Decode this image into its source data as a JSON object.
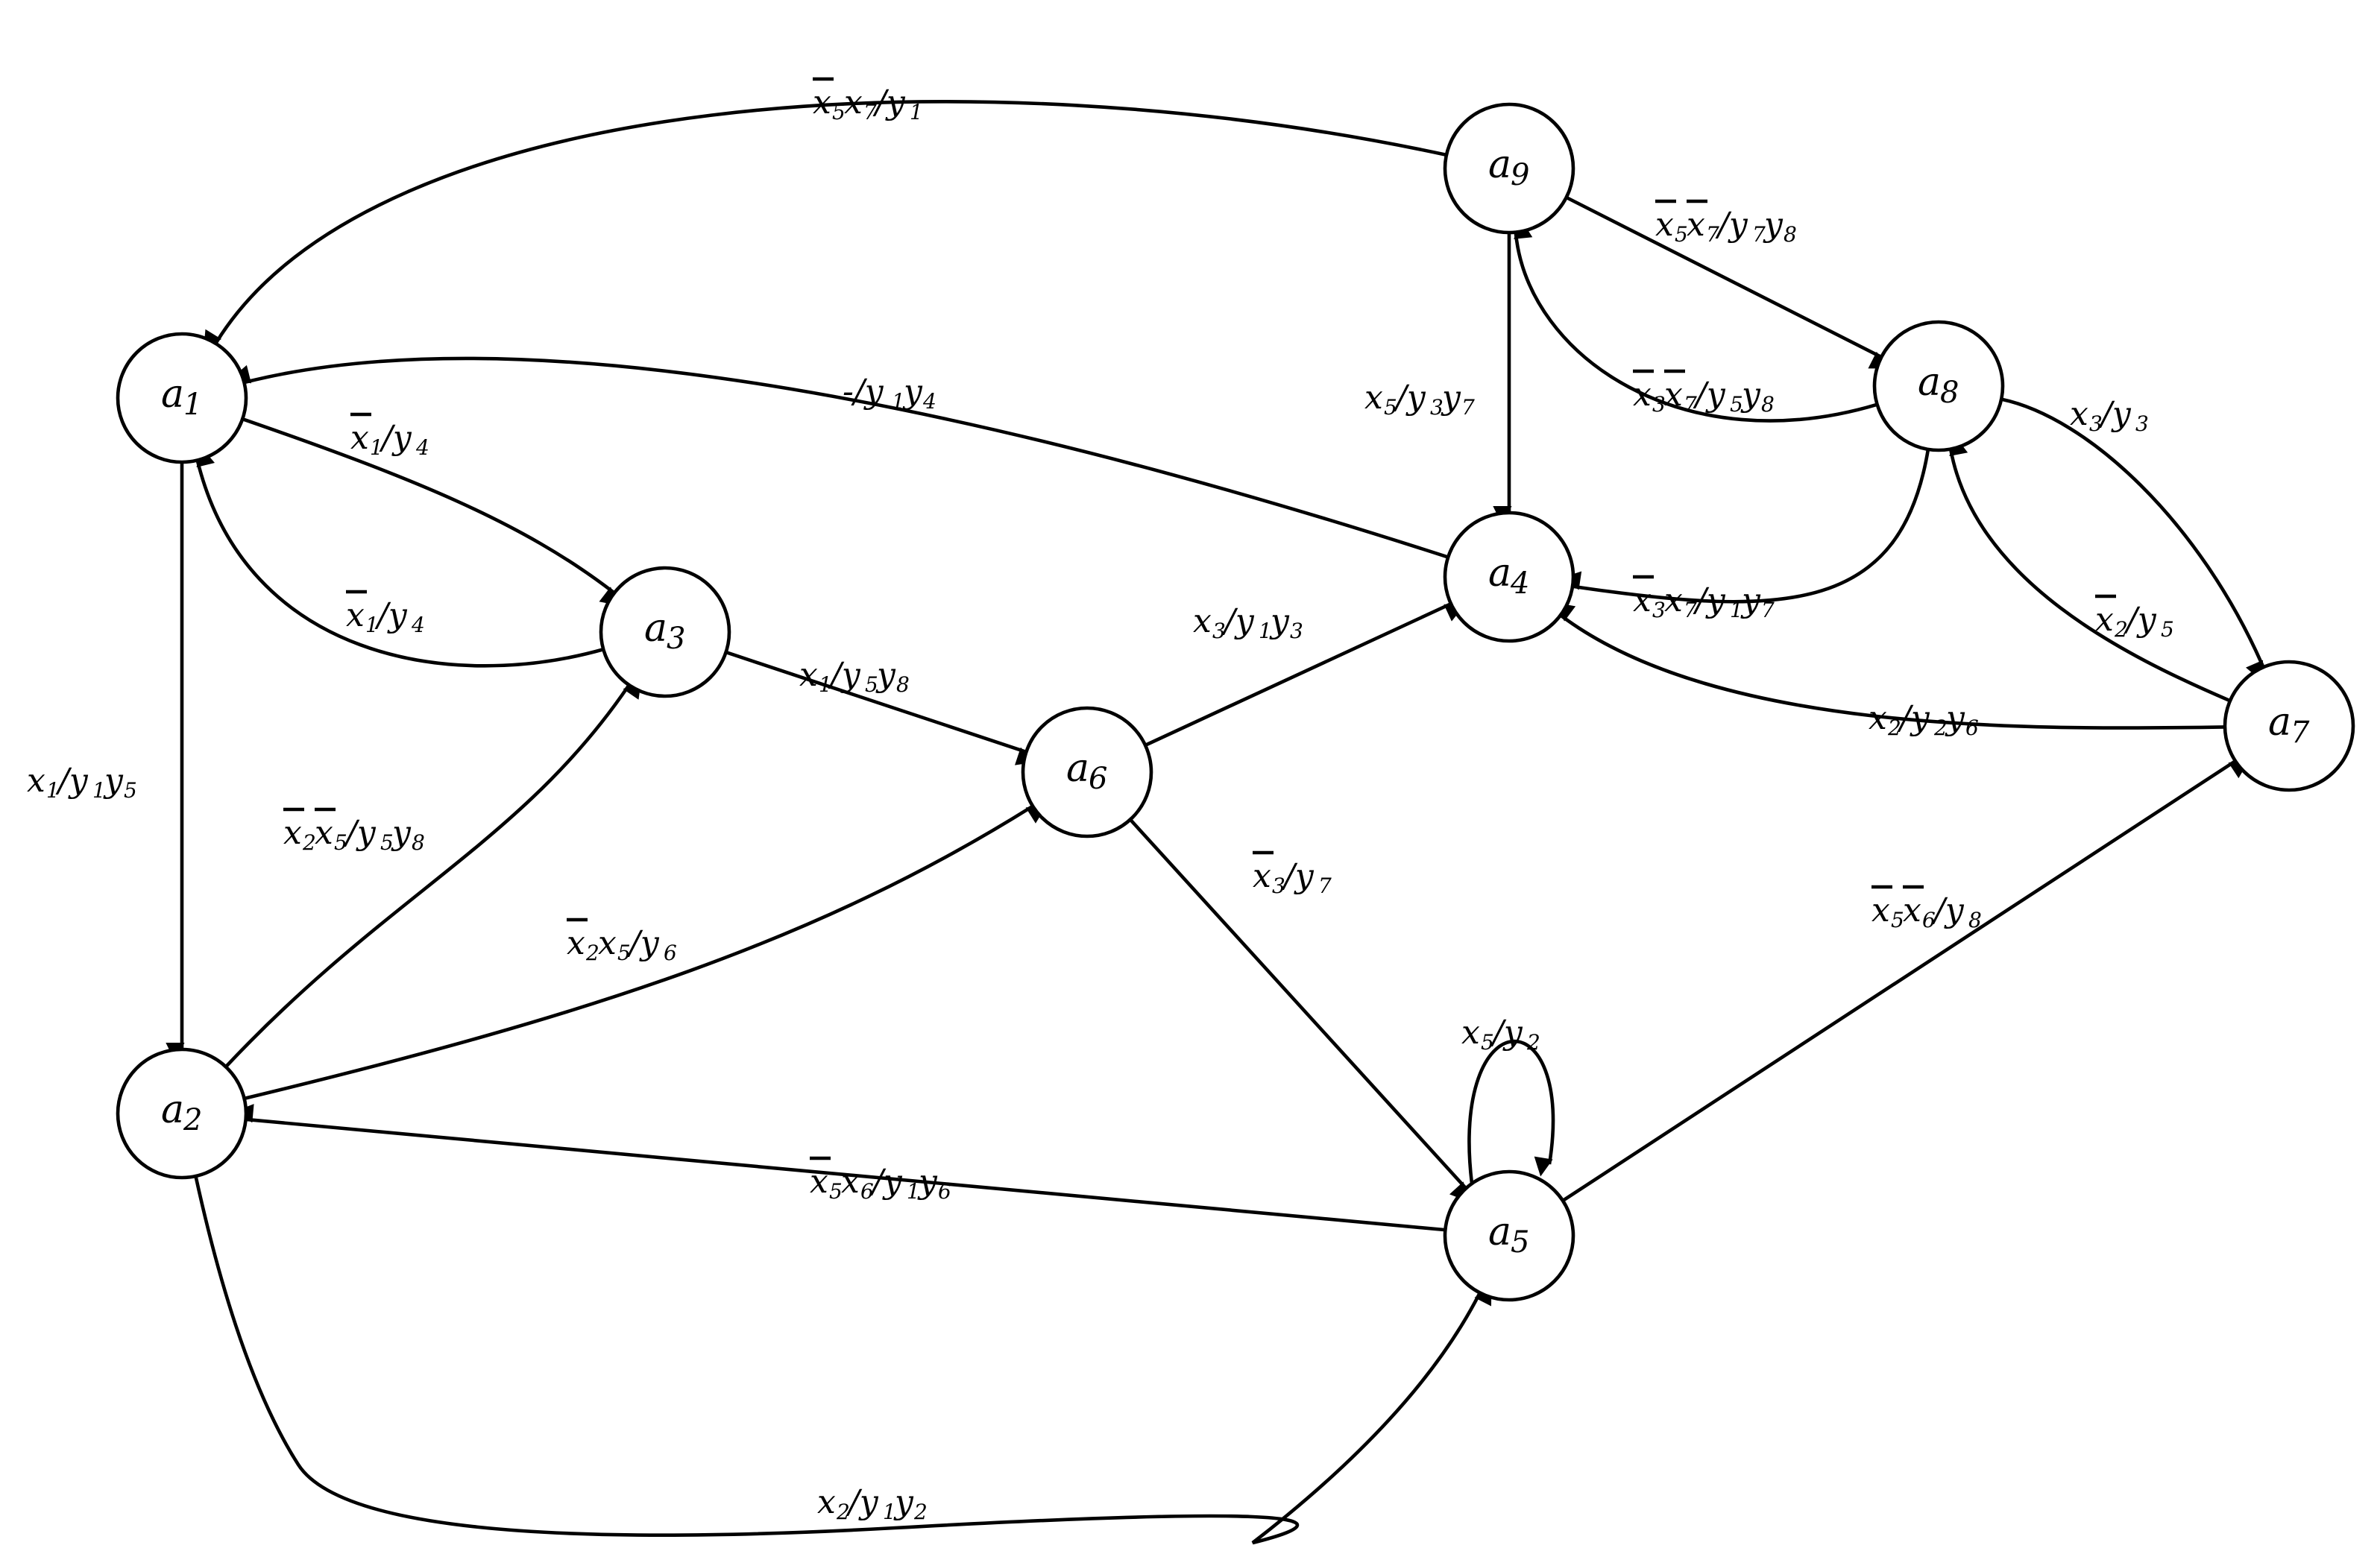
{
  "diagram": {
    "nodes": [
      {
        "id": "a1",
        "letter": "a",
        "index": "1"
      },
      {
        "id": "a2",
        "letter": "a",
        "index": "2"
      },
      {
        "id": "a3",
        "letter": "a",
        "index": "3"
      },
      {
        "id": "a4",
        "letter": "a",
        "index": "4"
      },
      {
        "id": "a5",
        "letter": "a",
        "index": "5"
      },
      {
        "id": "a6",
        "letter": "a",
        "index": "6"
      },
      {
        "id": "a7",
        "letter": "a",
        "index": "7"
      },
      {
        "id": "a8",
        "letter": "a",
        "index": "8"
      },
      {
        "id": "a9",
        "letter": "a",
        "index": "9"
      }
    ],
    "edges": [
      {
        "id": "e9-1",
        "from": "a9",
        "to": "a1",
        "label": [
          {
            "t": "x",
            "s": "5",
            "bar": true
          },
          {
            "t": "x",
            "s": "7"
          },
          {
            "t": "/y",
            "s": "1"
          }
        ]
      },
      {
        "id": "e4-1",
        "from": "a4",
        "to": "a1",
        "label": [
          {
            "t": "-/y",
            "s": "1"
          },
          {
            "t": "y",
            "s": "4"
          }
        ]
      },
      {
        "id": "e1-3",
        "from": "a1",
        "to": "a3",
        "label": [
          {
            "t": "x",
            "s": "1",
            "bar": true
          },
          {
            "t": "/y",
            "s": "4"
          }
        ]
      },
      {
        "id": "e3-1",
        "from": "a3",
        "to": "a1",
        "label": [
          {
            "t": "x",
            "s": "1",
            "bar": true
          },
          {
            "t": "/y",
            "s": "4"
          }
        ]
      },
      {
        "id": "e1-2",
        "from": "a1",
        "to": "a2",
        "label": [
          {
            "t": "x",
            "s": "1"
          },
          {
            "t": "/y",
            "s": "1"
          },
          {
            "t": "y",
            "s": "5"
          }
        ]
      },
      {
        "id": "e2-3",
        "from": "a2",
        "to": "a3",
        "label": [
          {
            "t": "x",
            "s": "2",
            "bar": true
          },
          {
            "t": "x",
            "s": "5",
            "bar": true
          },
          {
            "t": "/y",
            "s": "5"
          },
          {
            "t": "y",
            "s": "8"
          }
        ]
      },
      {
        "id": "e2-6",
        "from": "a2",
        "to": "a6",
        "label": [
          {
            "t": "x",
            "s": "2",
            "bar": true
          },
          {
            "t": "x",
            "s": "5"
          },
          {
            "t": "/y",
            "s": "6"
          }
        ]
      },
      {
        "id": "e3-6",
        "from": "a3",
        "to": "a6",
        "label": [
          {
            "t": "x",
            "s": "1"
          },
          {
            "t": "/y",
            "s": "5"
          },
          {
            "t": "y",
            "s": "8"
          }
        ]
      },
      {
        "id": "e6-4",
        "from": "a6",
        "to": "a4",
        "label": [
          {
            "t": "x",
            "s": "3"
          },
          {
            "t": "/y",
            "s": "1"
          },
          {
            "t": "y",
            "s": "3"
          }
        ]
      },
      {
        "id": "e6-5",
        "from": "a6",
        "to": "a5",
        "label": [
          {
            "t": "x",
            "s": "3",
            "bar": true
          },
          {
            "t": "/y",
            "s": "7"
          }
        ]
      },
      {
        "id": "e5-5",
        "from": "a5",
        "to": "a5",
        "label": [
          {
            "t": "x",
            "s": "5"
          },
          {
            "t": "/y",
            "s": "2"
          }
        ]
      },
      {
        "id": "e5-2",
        "from": "a5",
        "to": "a2",
        "label": [
          {
            "t": "x",
            "s": "5",
            "bar": true
          },
          {
            "t": "x",
            "s": "6"
          },
          {
            "t": "/y",
            "s": "1"
          },
          {
            "t": "y",
            "s": "6"
          }
        ]
      },
      {
        "id": "e2-5",
        "from": "a2",
        "to": "a5",
        "label": [
          {
            "t": "x",
            "s": "2"
          },
          {
            "t": "/y",
            "s": "1"
          },
          {
            "t": "y",
            "s": "2"
          }
        ]
      },
      {
        "id": "e5-7",
        "from": "a5",
        "to": "a7",
        "label": [
          {
            "t": "x",
            "s": "5",
            "bar": true
          },
          {
            "t": "x",
            "s": "6",
            "bar": true
          },
          {
            "t": "/y",
            "s": "8"
          }
        ]
      },
      {
        "id": "e9-4",
        "from": "a9",
        "to": "a4",
        "label": [
          {
            "t": "x",
            "s": "5"
          },
          {
            "t": "/y",
            "s": "3"
          },
          {
            "t": "y",
            "s": "7"
          }
        ]
      },
      {
        "id": "e9-8",
        "from": "a9",
        "to": "a8",
        "label": [
          {
            "t": "x",
            "s": "5",
            "bar": true
          },
          {
            "t": "x",
            "s": "7",
            "bar": true
          },
          {
            "t": "/y",
            "s": "7"
          },
          {
            "t": "y",
            "s": "8"
          }
        ]
      },
      {
        "id": "e8-9",
        "from": "a8",
        "to": "a9",
        "label": [
          {
            "t": "x",
            "s": "3",
            "bar": true
          },
          {
            "t": "x",
            "s": "7",
            "bar": true
          },
          {
            "t": "/y",
            "s": "5"
          },
          {
            "t": "y",
            "s": "8"
          }
        ]
      },
      {
        "id": "e8-4",
        "from": "a8",
        "to": "a4",
        "label": [
          {
            "t": "x",
            "s": "3",
            "bar": true
          },
          {
            "t": "x",
            "s": "7"
          },
          {
            "t": "/y",
            "s": "1"
          },
          {
            "t": "y",
            "s": "7"
          }
        ]
      },
      {
        "id": "e8-7",
        "from": "a8",
        "to": "a7",
        "label": [
          {
            "t": "x",
            "s": "3"
          },
          {
            "t": "/y",
            "s": "3"
          }
        ]
      },
      {
        "id": "e7-8",
        "from": "a7",
        "to": "a8",
        "label": [
          {
            "t": "x",
            "s": "2",
            "bar": true
          },
          {
            "t": "/y",
            "s": "5"
          }
        ]
      },
      {
        "id": "e7-4",
        "from": "a7",
        "to": "a4",
        "label": [
          {
            "t": "x",
            "s": "2"
          },
          {
            "t": "/y",
            "s": "2"
          },
          {
            "t": "y",
            "s": "6"
          }
        ]
      }
    ]
  }
}
